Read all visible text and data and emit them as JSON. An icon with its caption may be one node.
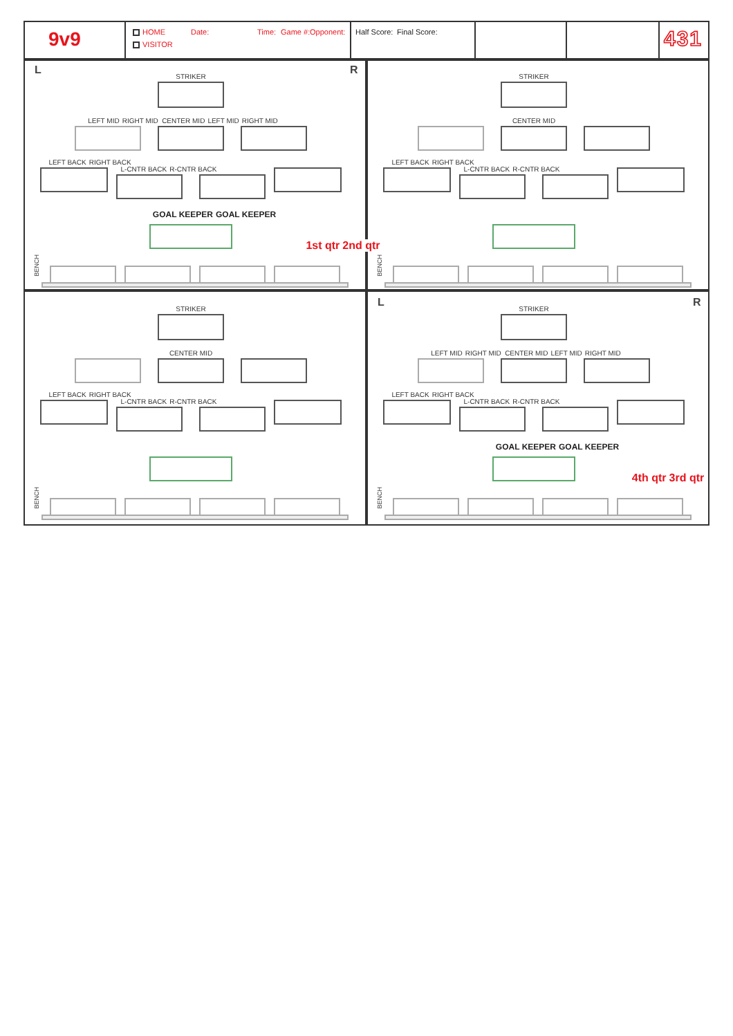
{
  "diagram": {
    "labels": [
      "9v9",
      "HOME",
      "VISITOR",
      "Date:",
      "Time:",
      "Game #:",
      "Opponent:",
      "Half Score:",
      "Final Score:",
      "431",
      "L",
      "R",
      "STRIKER",
      "LEFT MID",
      "RIGHT MID",
      "CENTER MID",
      "LEFT MID",
      "RIGHT MID",
      "LEFT BACK",
      "RIGHT BACK",
      "L-CNTR BACK",
      "R-CNTR BACK",
      "GOAL KEEPER",
      "GOAL KEEPER",
      "1st qtr",
      "2nd qtr",
      "BENCH",
      "STRIKER",
      "CENTER MID",
      "LEFT BACK",
      "RIGHT BACK",
      "L-CNTR BACK",
      "R-CNTR BACK",
      "BENCH",
      "STRIKER",
      "CENTER MID",
      "LEFT BACK",
      "RIGHT BACK",
      "L-CNTR BACK",
      "R-CNTR BACK",
      "BENCH",
      "L",
      "R",
      "STRIKER",
      "LEFT MID",
      "RIGHT MID",
      "CENTER MID",
      "LEFT MID",
      "RIGHT MID",
      "LEFT BACK",
      "RIGHT BACK",
      "L-CNTR BACK",
      "R-CNTR BACK",
      "GOAL KEEPER",
      "GOAL KEEPER",
      "4th qtr",
      "3rd qtr",
      "BENCH"
    ]
  }
}
